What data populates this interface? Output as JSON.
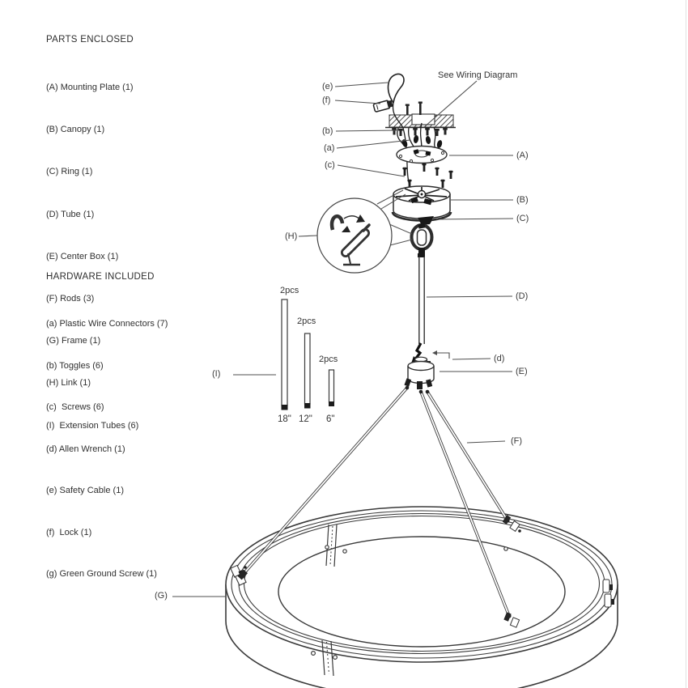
{
  "colors": {
    "ink": "#333333",
    "paper": "#ffffff"
  },
  "parts_enclosed": {
    "title": "PARTS ENCLOSED",
    "items": [
      "(A) Mounting Plate (1)",
      "(B) Canopy (1)",
      "(C) Ring (1)",
      "(D) Tube (1)",
      "(E) Center Box (1)",
      "(F) Rods (3)",
      "(G) Frame (1)",
      "(H) Link (1)",
      "(I)  Extension Tubes (6)"
    ]
  },
  "hardware_included": {
    "title": "HARDWARE INCLUDED",
    "items": [
      "(a) Plastic Wire Connectors (7)",
      "(b) Toggles (6)",
      "(c)  Screws (6)",
      "(d) Allen Wrench (1)",
      "(e) Safety Cable (1)",
      "(f)  Lock (1)",
      "(g) Green Ground Screw (1)"
    ]
  },
  "diagram": {
    "wiring_note": "See Wiring Diagram",
    "callouts": {
      "e": "(e)",
      "f": "(f)",
      "b": "(b)",
      "a": "(a)",
      "c": "(c)",
      "A": "(A)",
      "B": "(B)",
      "C": "(C)",
      "H": "(H)",
      "D": "(D)",
      "d": "(d)",
      "E": "(E)",
      "F": "(F)",
      "G": "(G)",
      "I": "(I)"
    },
    "extension_tubes": {
      "groups": [
        {
          "qty": "2pcs",
          "length": "18\""
        },
        {
          "qty": "2pcs",
          "length": "12\""
        },
        {
          "qty": "2pcs",
          "length": "6\""
        }
      ]
    }
  }
}
